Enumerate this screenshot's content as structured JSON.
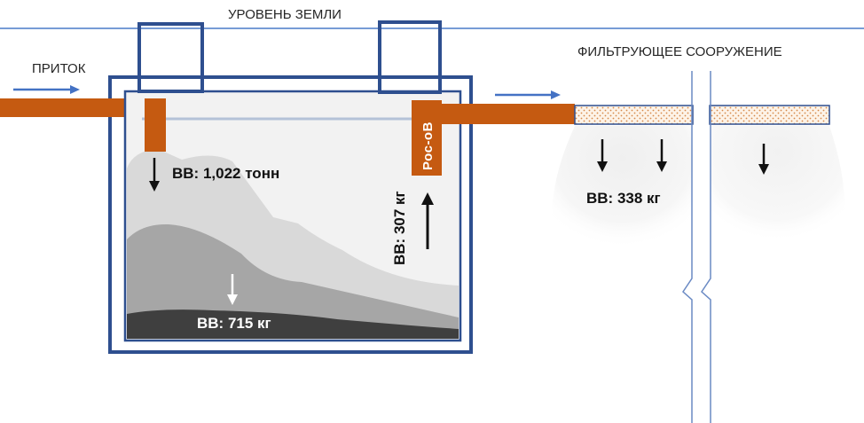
{
  "labels": {
    "ground_level": "УРОВЕНЬ ЗЕМЛИ",
    "inflow": "ПРИТОК",
    "filter_structure": "ФИЛЬТРУЮЩЕЕ СООРУЖЕНИЕ",
    "outlet": "Рос-оВ"
  },
  "values": {
    "suspended_total": "ВВ: 1,022 тонн",
    "suspended_settled": "ВВ: 715 кг",
    "suspended_outlet": "ВВ: 307 кг",
    "suspended_filter": "ВВ: 338 кг"
  },
  "colors": {
    "tank_outline": "#2e4f8f",
    "ground_line": "#4a7bc8",
    "pipe": "#c55a11",
    "flow_arrow": "#4472c4",
    "sediment_light": "#d9d9d9",
    "sediment_mid": "#a6a6a6",
    "sediment_dark": "#3f3f3f",
    "tank_fill": "#f2f2f2"
  },
  "icons": {
    "down_arrow": "arrow-down-icon",
    "up_arrow": "arrow-up-icon",
    "flow_arrow": "arrow-right-icon"
  }
}
